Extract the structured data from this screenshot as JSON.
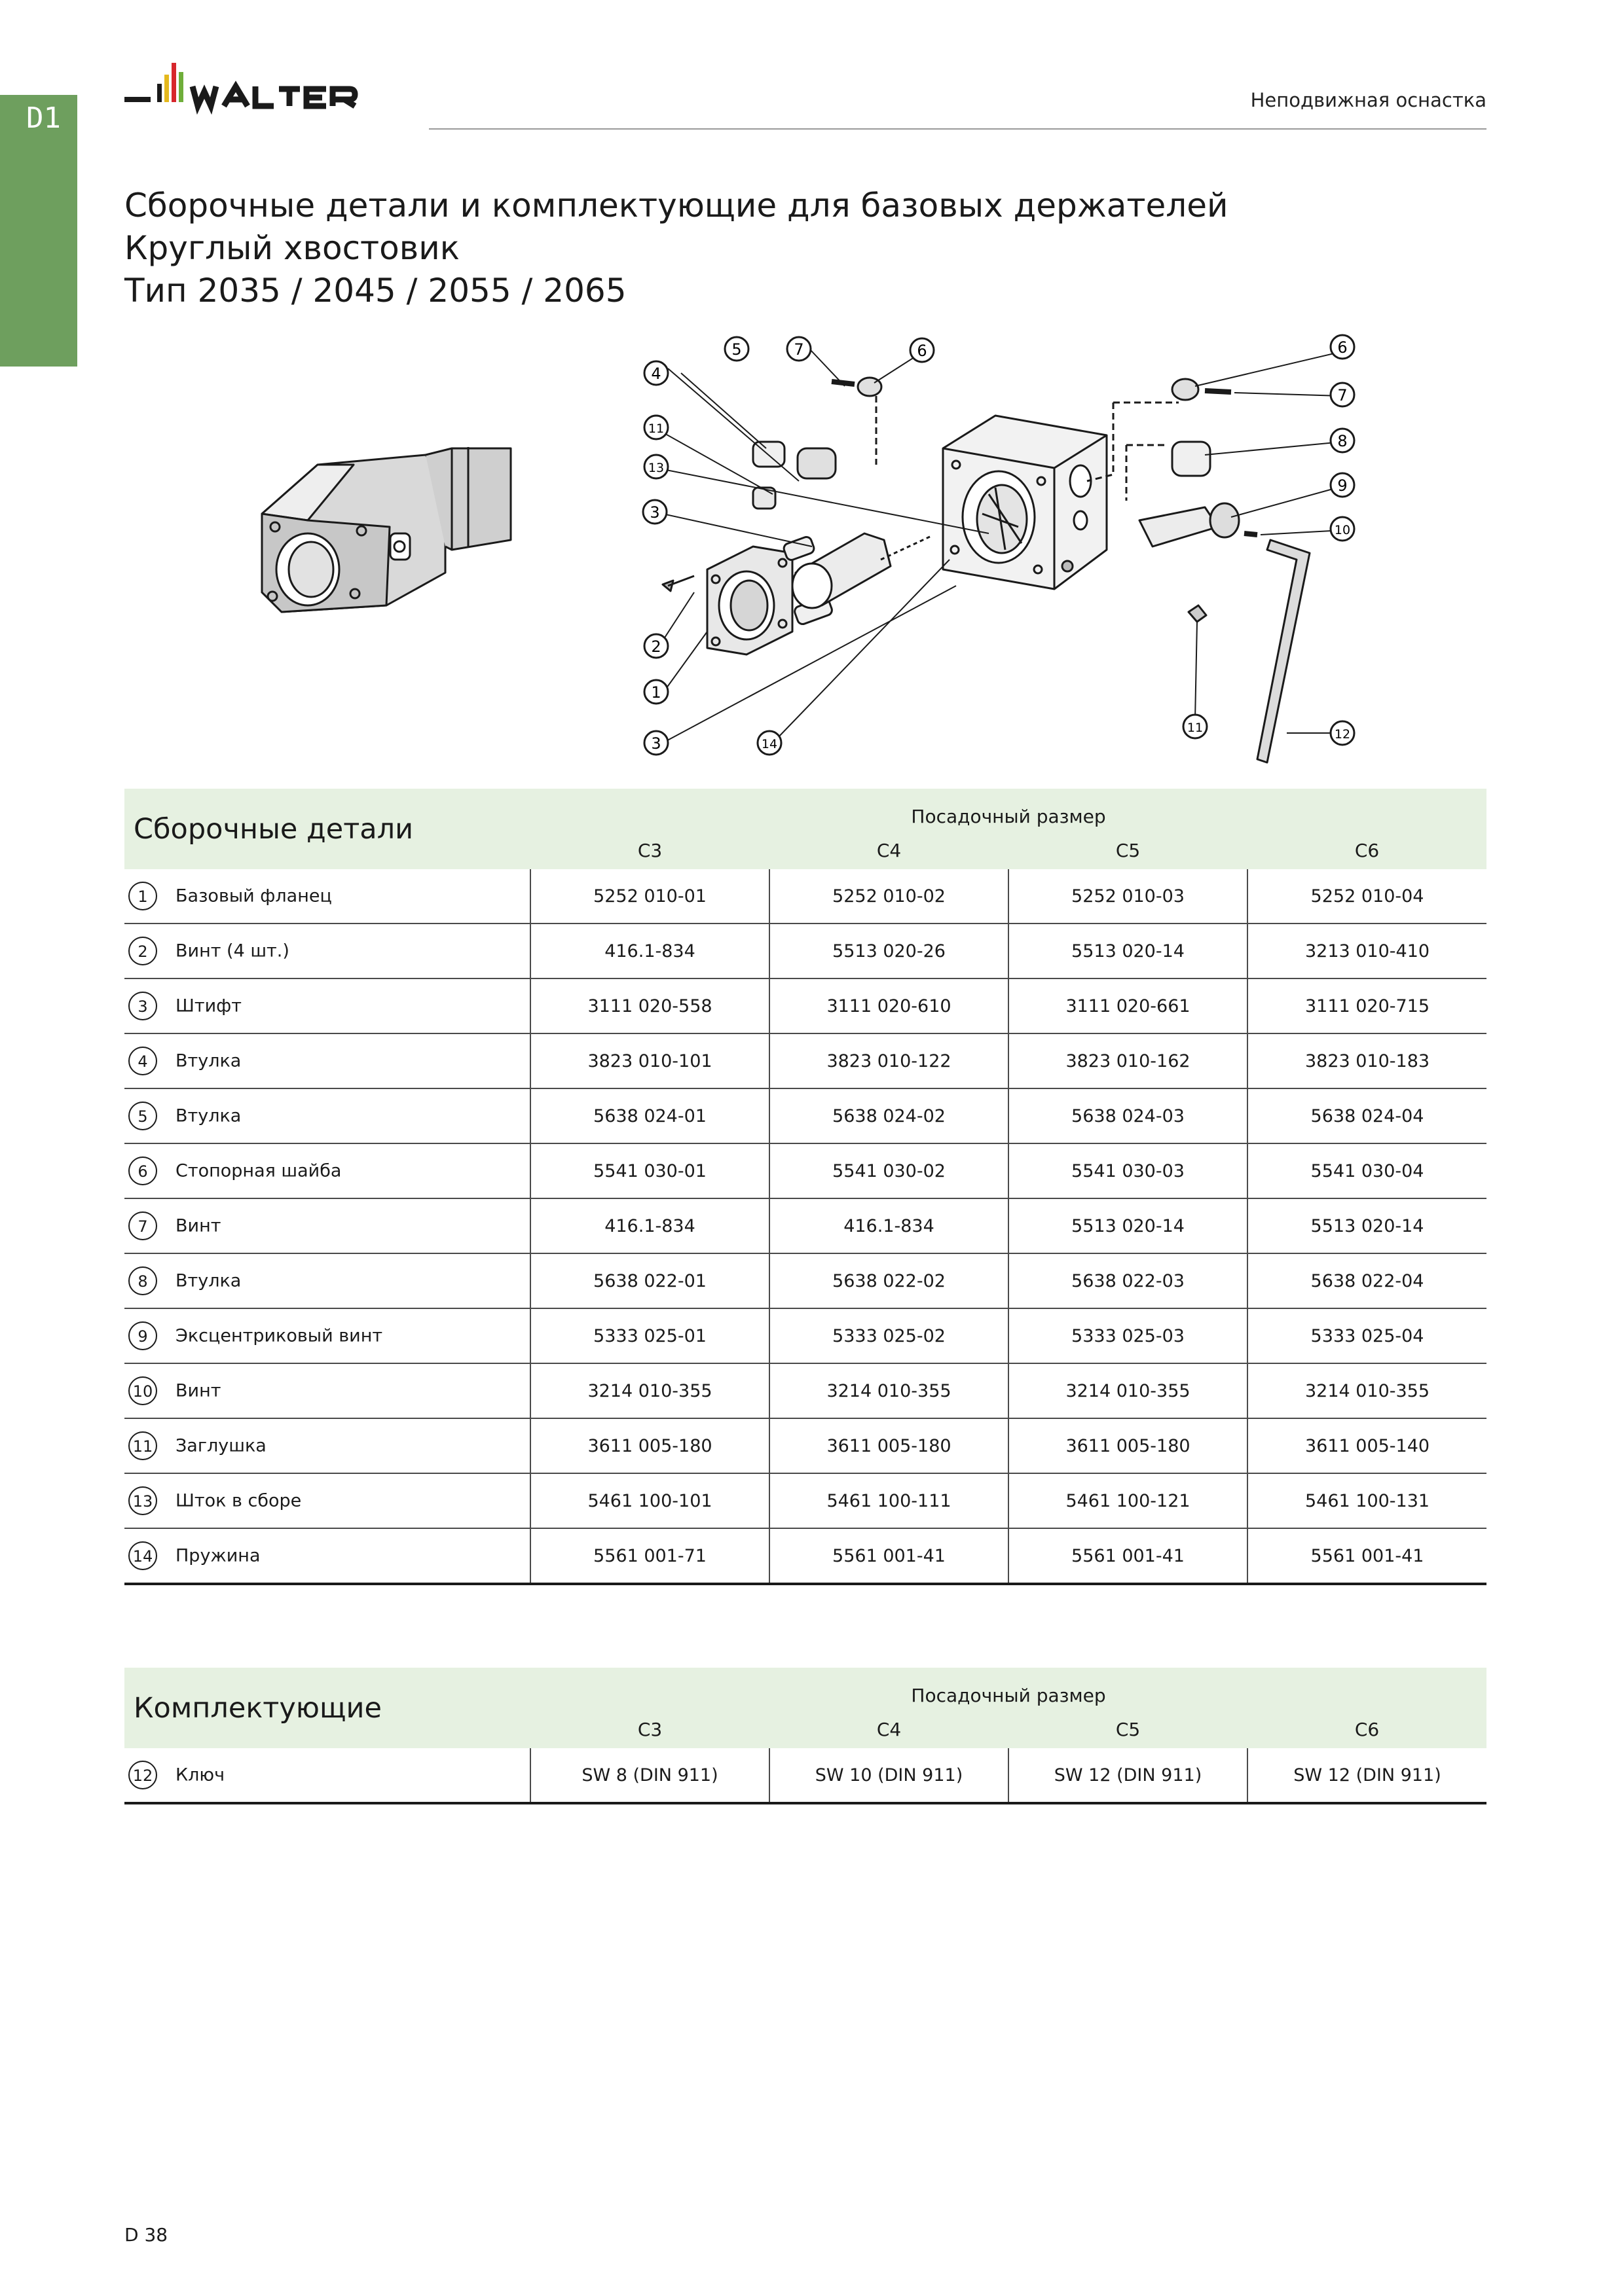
{
  "header": {
    "tab_label": "D1",
    "logo_text": "WALTER",
    "section": "Неподвижная оснастка",
    "colors": {
      "tab_green": "#6e9f5e",
      "header_bg": "#e6f1e1"
    }
  },
  "title": {
    "line1": "Сборочные детали и комплектующие для базовых держателей",
    "line2": "Круглый хвостовик",
    "line3": "Тип 2035 / 2045 / 2055 / 2065"
  },
  "diagram": {
    "callouts": [
      "1",
      "2",
      "3",
      "4",
      "5",
      "6",
      "7",
      "8",
      "9",
      "10",
      "11",
      "12",
      "13",
      "14"
    ]
  },
  "parts_table": {
    "title": "Сборочные детали",
    "group_label": "Посадочный размер",
    "sizes": [
      "C3",
      "C4",
      "C5",
      "C6"
    ],
    "rows": [
      {
        "num": "1",
        "name": "Базовый фланец",
        "values": [
          "5252 010-01",
          "5252 010-02",
          "5252 010-03",
          "5252 010-04"
        ]
      },
      {
        "num": "2",
        "name": "Винт (4 шт.)",
        "values": [
          "416.1-834",
          "5513 020-26",
          "5513 020-14",
          "3213 010-410"
        ]
      },
      {
        "num": "3",
        "name": "Штифт",
        "values": [
          "3111 020-558",
          "3111 020-610",
          "3111 020-661",
          "3111 020-715"
        ]
      },
      {
        "num": "4",
        "name": "Втулка",
        "values": [
          "3823 010-101",
          "3823 010-122",
          "3823 010-162",
          "3823 010-183"
        ]
      },
      {
        "num": "5",
        "name": "Втулка",
        "values": [
          "5638 024-01",
          "5638 024-02",
          "5638 024-03",
          "5638 024-04"
        ]
      },
      {
        "num": "6",
        "name": "Стопорная шайба",
        "values": [
          "5541 030-01",
          "5541 030-02",
          "5541 030-03",
          "5541 030-04"
        ]
      },
      {
        "num": "7",
        "name": "Винт",
        "values": [
          "416.1-834",
          "416.1-834",
          "5513 020-14",
          "5513 020-14"
        ]
      },
      {
        "num": "8",
        "name": "Втулка",
        "values": [
          "5638 022-01",
          "5638 022-02",
          "5638 022-03",
          "5638 022-04"
        ]
      },
      {
        "num": "9",
        "name": "Эксцентриковый винт",
        "values": [
          "5333 025-01",
          "5333 025-02",
          "5333 025-03",
          "5333 025-04"
        ]
      },
      {
        "num": "10",
        "name": "Винт",
        "values": [
          "3214 010-355",
          "3214 010-355",
          "3214 010-355",
          "3214 010-355"
        ]
      },
      {
        "num": "11",
        "name": "Заглушка",
        "values": [
          "3611 005-180",
          "3611 005-180",
          "3611 005-180",
          "3611 005-140"
        ]
      },
      {
        "num": "13",
        "name": "Шток в сборе",
        "values": [
          "5461 100-101",
          "5461 100-111",
          "5461 100-121",
          "5461 100-131"
        ]
      },
      {
        "num": "14",
        "name": "Пружина",
        "values": [
          "5561 001-71",
          "5561 001-41",
          "5561 001-41",
          "5561 001-41"
        ]
      }
    ]
  },
  "accessories_table": {
    "title": "Комплектующие",
    "group_label": "Посадочный размер",
    "sizes": [
      "C3",
      "C4",
      "C5",
      "C6"
    ],
    "rows": [
      {
        "num": "12",
        "name": "Ключ",
        "values": [
          "SW 8 (DIN 911)",
          "SW 10 (DIN 911)",
          "SW 12 (DIN 911)",
          "SW 12 (DIN 911)"
        ]
      }
    ]
  },
  "footer": {
    "page_number": "D 38"
  }
}
